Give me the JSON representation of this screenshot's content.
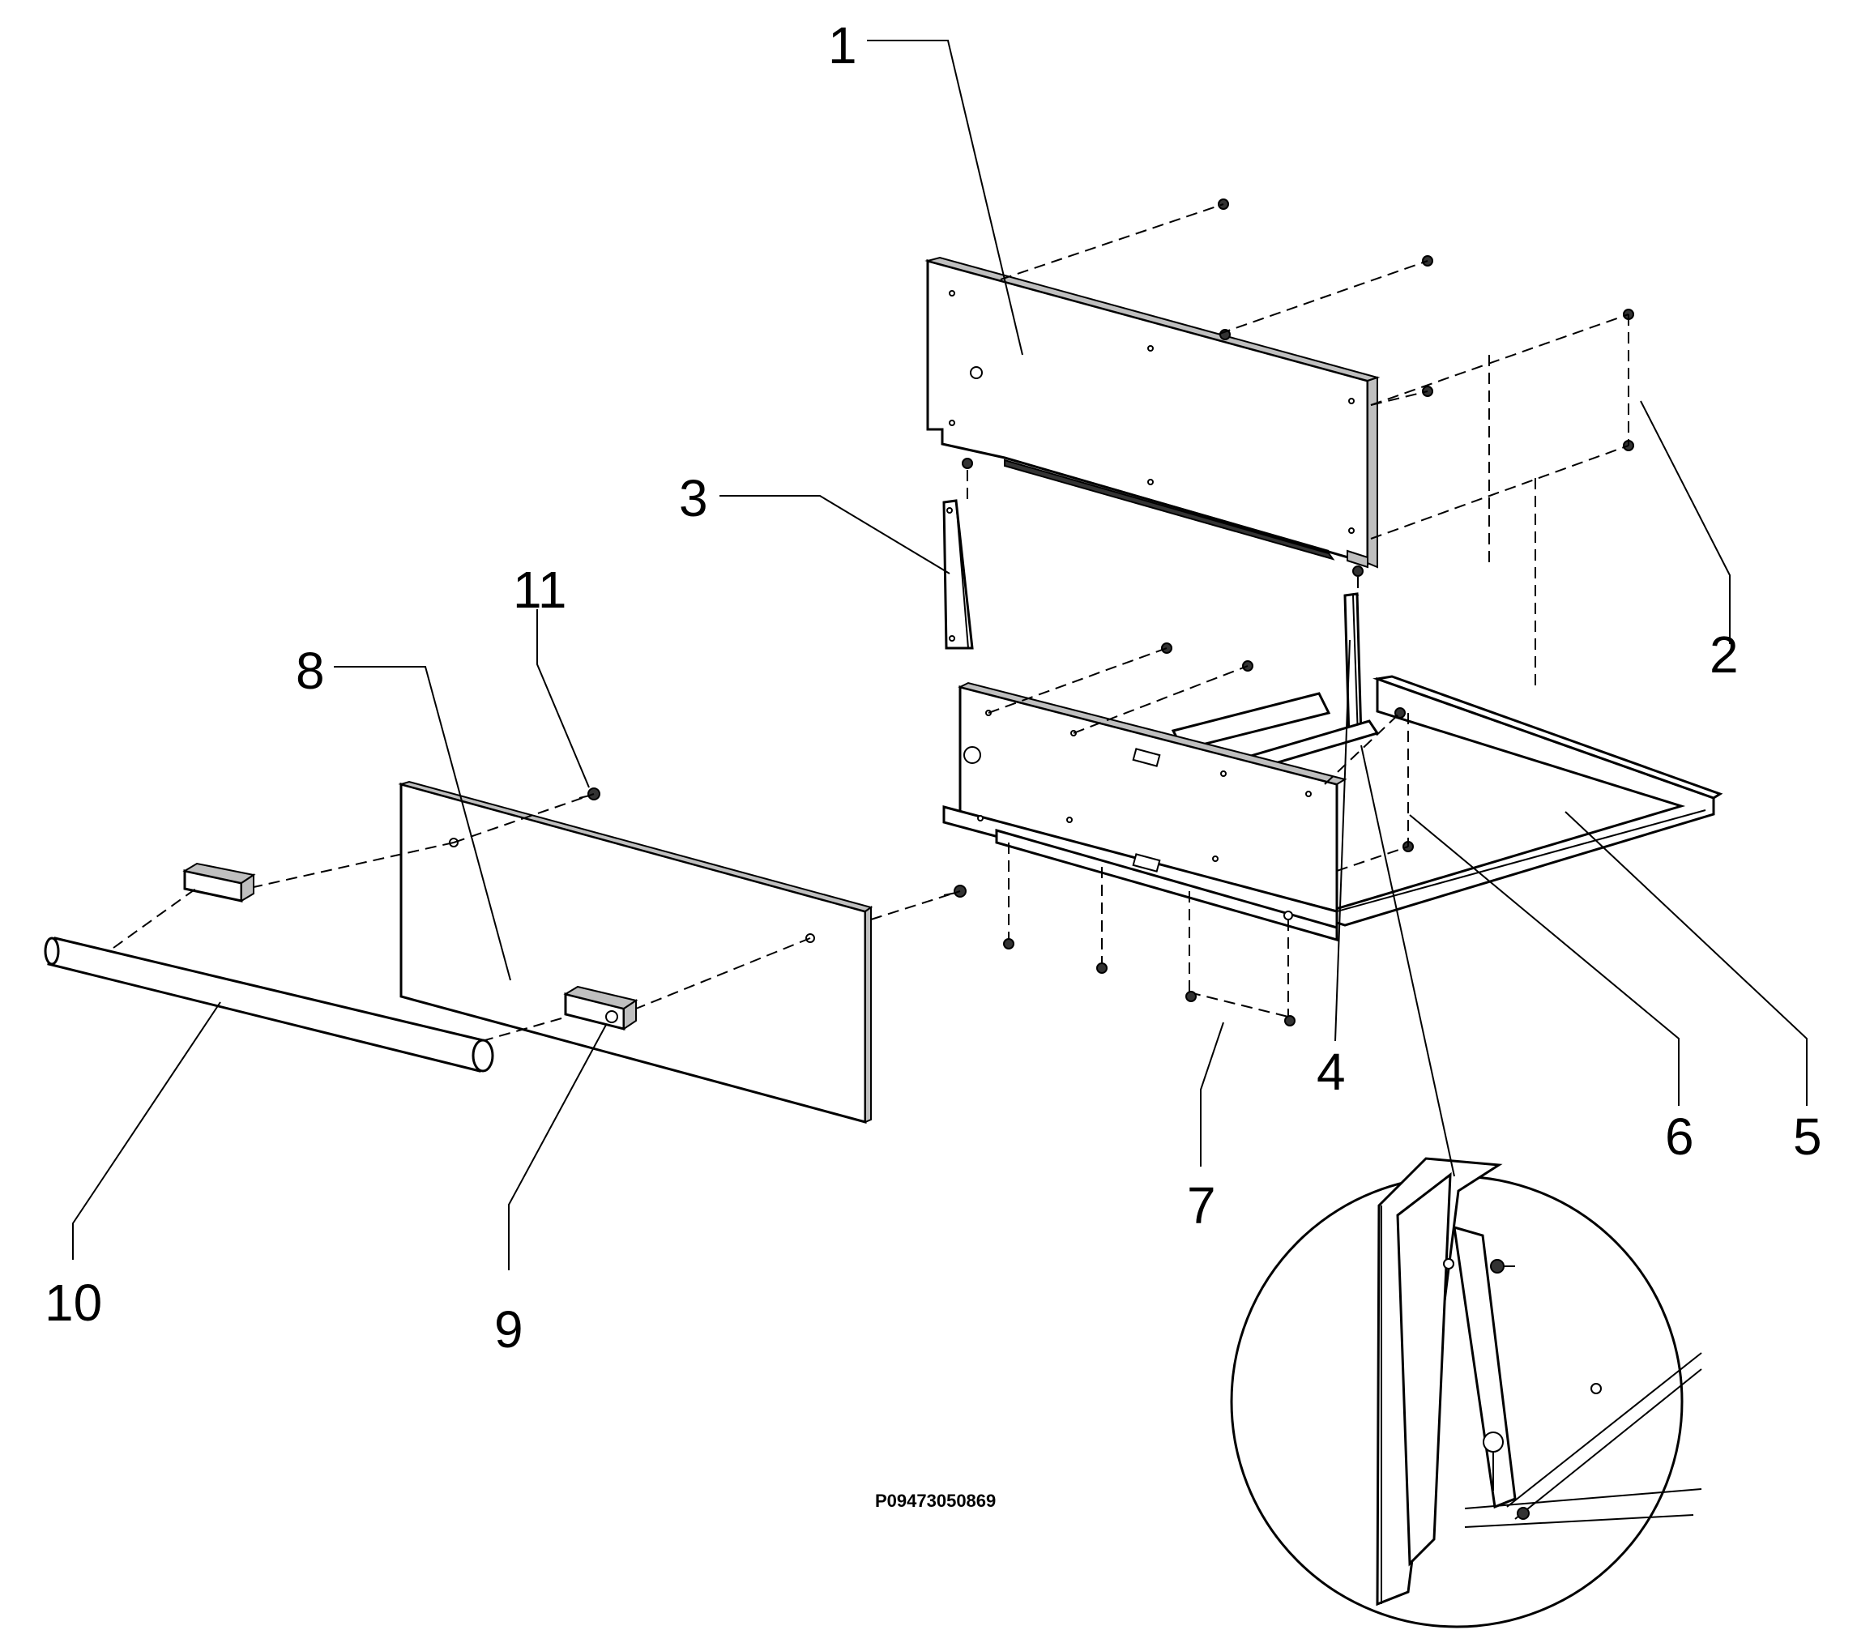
{
  "callouts": {
    "c1": "1",
    "c2": "2",
    "c3": "3",
    "c4": "4",
    "c5": "5",
    "c6": "6",
    "c7": "7",
    "c8": "8",
    "c9": "9",
    "c10": "10",
    "c11": "11"
  },
  "drawing_id": "P09473050869"
}
